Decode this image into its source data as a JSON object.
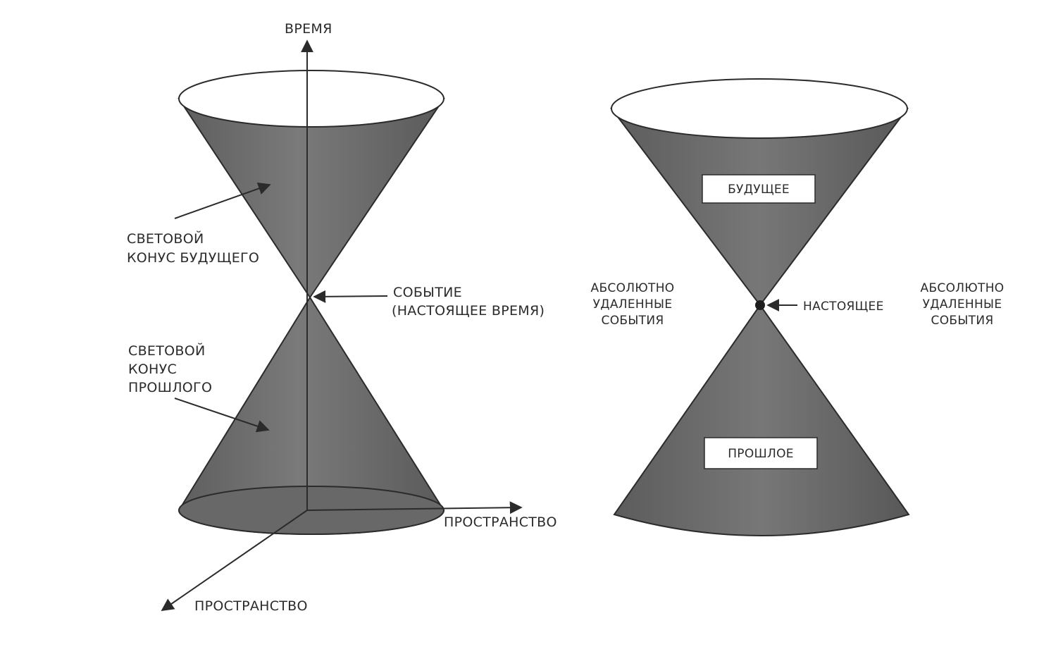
{
  "left_diagram": {
    "axis_time_label": "ВРЕМЯ",
    "future_cone_label": [
      "СВЕТОВОЙ",
      "КОНУС БУДУЩЕГО"
    ],
    "event_label": [
      "СОБЫТИЕ",
      "(НАСТОЯЩЕЕ ВРЕМЯ)"
    ],
    "past_cone_label": [
      "СВЕТОВОЙ",
      "КОНУС",
      "ПРОШЛОГО"
    ],
    "space_axis_right_label": "ПРОСТРАНСТВО",
    "space_axis_diag_label": "ПРОСТРАНСТВО"
  },
  "right_diagram": {
    "future_box": "БУДУЩЕЕ",
    "past_box": "ПРОШЛОЕ",
    "present_label": "НАСТОЯЩЕЕ",
    "abs_left": [
      "АБСОЛЮТНО",
      "УДАЛЕННЫЕ",
      "СОБЫТИЯ"
    ],
    "abs_right": [
      "АБСОЛЮТНО",
      "УДАЛЕННЫЕ",
      "СОБЫТИЯ"
    ]
  },
  "colors": {
    "cone_fill": "#6e6e6e",
    "cone_dark": "#4a4a4a",
    "line": "#2b2b2b",
    "paper": "#ffffff"
  }
}
